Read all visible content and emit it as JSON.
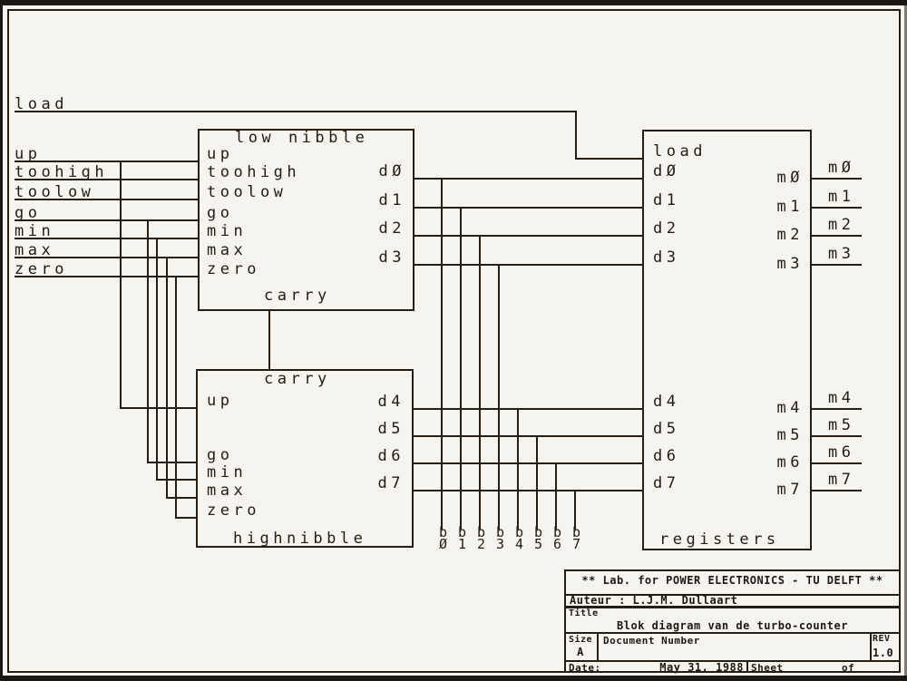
{
  "colors": {
    "ink": "#261e13",
    "paper": "#f6f4ef"
  },
  "scan": {
    "left_signals": [
      "load",
      "up",
      "toohigh",
      "toolow",
      "go",
      "min",
      "max",
      "zero"
    ],
    "low_nibble": {
      "title": "low nibble",
      "inputs": [
        "up",
        "toohigh",
        "toolow",
        "go",
        "min",
        "max",
        "zero"
      ],
      "outputs": [
        "dØ",
        "d1",
        "d2",
        "d3"
      ],
      "carry": "carry"
    },
    "high_nibble": {
      "carry": "carry",
      "title": "highnibble",
      "inputs": [
        "up",
        "go",
        "min",
        "max",
        "zero"
      ],
      "outputs": [
        "d4",
        "d5",
        "d6",
        "d7"
      ]
    },
    "registers": {
      "title": "registers",
      "inputs": [
        "load",
        "dØ",
        "d1",
        "d2",
        "d3",
        "d4",
        "d5",
        "d6",
        "d7"
      ],
      "outputs": [
        "mØ",
        "m1",
        "m2",
        "m3",
        "m4",
        "m5",
        "m6",
        "m7"
      ],
      "wire_labels": [
        "mØ",
        "m1",
        "m2",
        "m3",
        "m4",
        "m5",
        "m6",
        "m7"
      ]
    },
    "bus": {
      "letter": "b",
      "digits": [
        "Ø",
        "1",
        "2",
        "3",
        "4",
        "5",
        "6",
        "7"
      ]
    }
  },
  "title_block": {
    "org": "** Lab. for POWER ELECTRONICS - TU DELFT **",
    "author": "Auteur : L.J.M. Dullaart",
    "title_label": "Title",
    "title": "Blok diagram van de turbo-counter",
    "size_label": "Size",
    "size": "A",
    "doc_label": "Document Number",
    "rev_label": "REV",
    "rev": "1.0",
    "date_label": "Date:",
    "date": "May 31, 1988",
    "sheet_label": "Sheet",
    "of_label": "of"
  }
}
